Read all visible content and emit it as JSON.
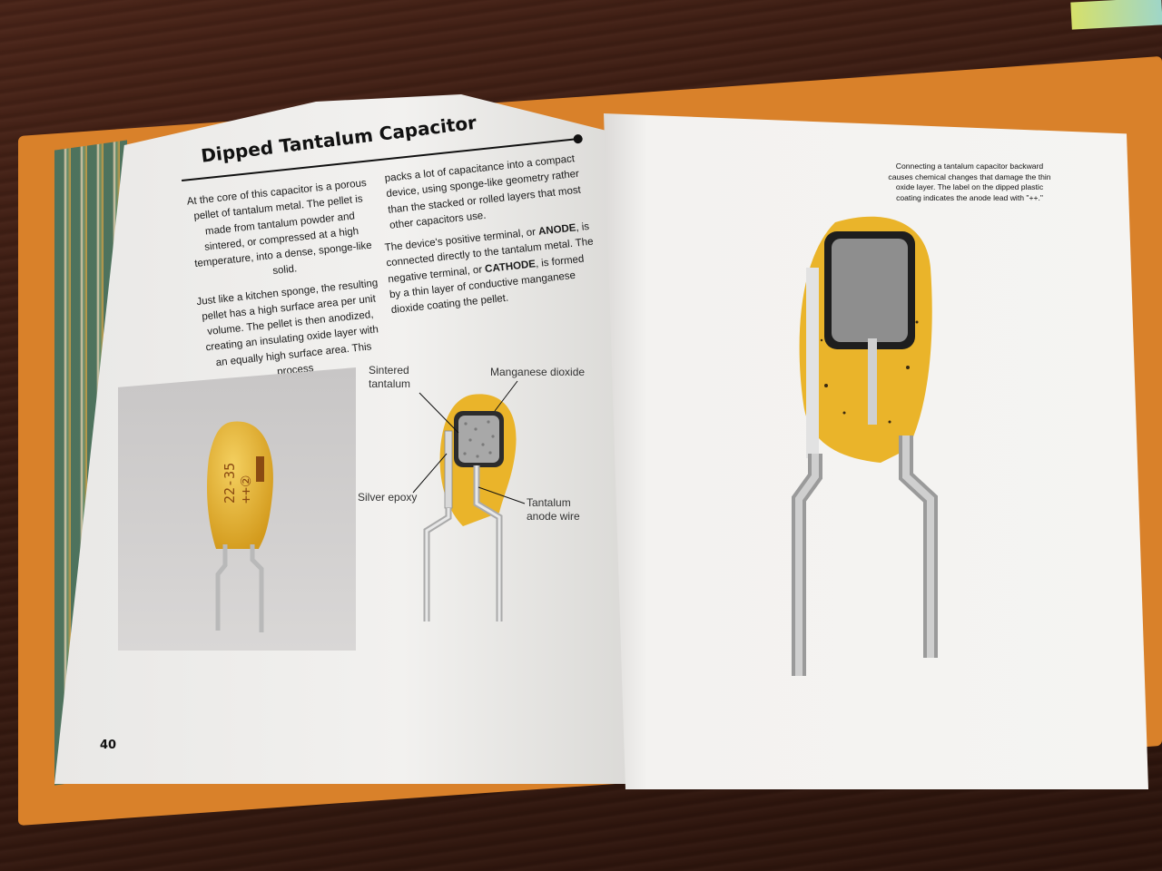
{
  "book": {
    "title": "Dipped Tantalum Capacitor",
    "column1": [
      "At the core of this capacitor is a porous pellet of tantalum metal. The pellet is made from tantalum powder and sintered, or compressed at a high temperature, into a dense, sponge-like solid.",
      "Just like a kitchen sponge, the resulting pellet has a high surface area per unit volume. The pellet is then anodized, creating an insulating oxide layer with an equally high surface area. This process"
    ],
    "column2": {
      "para1": "packs a lot of capacitance into a compact device, using sponge-like geometry rather than the stacked or rolled layers that most other capacitors use.",
      "para2": {
        "part1": "The device's positive terminal, or ",
        "anode": "ANODE",
        "part2": ", is connected directly to the tantalum metal. The negative terminal, or ",
        "cathode": "CATHODE",
        "part3": ", is formed by a thin layer of conductive manganese dioxide coating the pellet."
      }
    },
    "photo_marking": {
      "line1": "22-35",
      "line2": "++②"
    },
    "diagram_labels": {
      "sintered_line1": "Sintered",
      "sintered_line2": "tantalum",
      "manganese": "Manganese dioxide",
      "silver_epoxy": "Silver epoxy",
      "anode_wire_line1": "Tantalum",
      "anode_wire_line2": "anode wire"
    },
    "caption": "Connecting a tantalum capacitor backward causes chemical changes that damage the thin oxide layer. The label on the dipped plastic coating indicates the anode lead with \"++.\"",
    "page_number": "40"
  },
  "colors": {
    "cover_orange": "#d9812a",
    "capacitor_yellow": "#eab42a",
    "wood_brown": "#3a1c12",
    "pellet_gray": "#9a9a9a",
    "marking_brown": "#8a4a12"
  }
}
